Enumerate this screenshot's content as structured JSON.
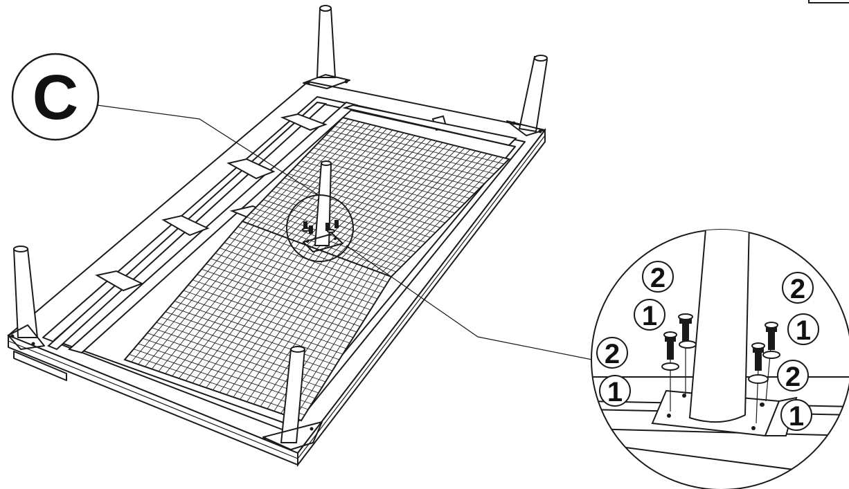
{
  "step_label": "C",
  "callout_numbers": [
    "2",
    "1",
    "2",
    "1",
    "2",
    "1",
    "2",
    "1"
  ],
  "colors": {
    "ink": "#1a1a1a",
    "paper": "#ffffff"
  }
}
